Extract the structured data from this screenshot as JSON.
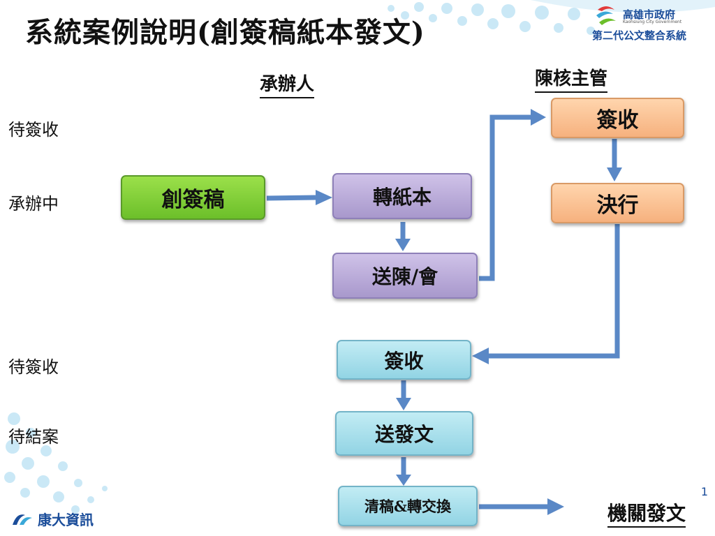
{
  "title": "系統案例說明(創簽稿紙本發文)",
  "logo": {
    "name": "高雄市政府",
    "subtitle": "Kaohsiung City Government",
    "system": "第二代公文整合系統"
  },
  "columns": {
    "handler": "承辦人",
    "supervisor": "陳核主管"
  },
  "row_labels": [
    "待簽收",
    "承辦中",
    "待簽收",
    "待結案"
  ],
  "nodes": {
    "create_draft": "創簽稿",
    "to_paper": "轉紙本",
    "send_review": "送陳/會",
    "supervisor_sign": "簽收",
    "approve": "決行",
    "handler_sign": "簽收",
    "send_doc": "送發文",
    "clean_exchange": "清稿&轉交換"
  },
  "destination": "機關發文",
  "page_number": "1",
  "brand": "康大資訊",
  "colors": {
    "arrow": "#5a88c6",
    "green": "#7cc93a",
    "purple": "#b5a6d8",
    "orange": "#f9c190",
    "cyan": "#a6dde9",
    "brand": "#1b4d9a"
  }
}
